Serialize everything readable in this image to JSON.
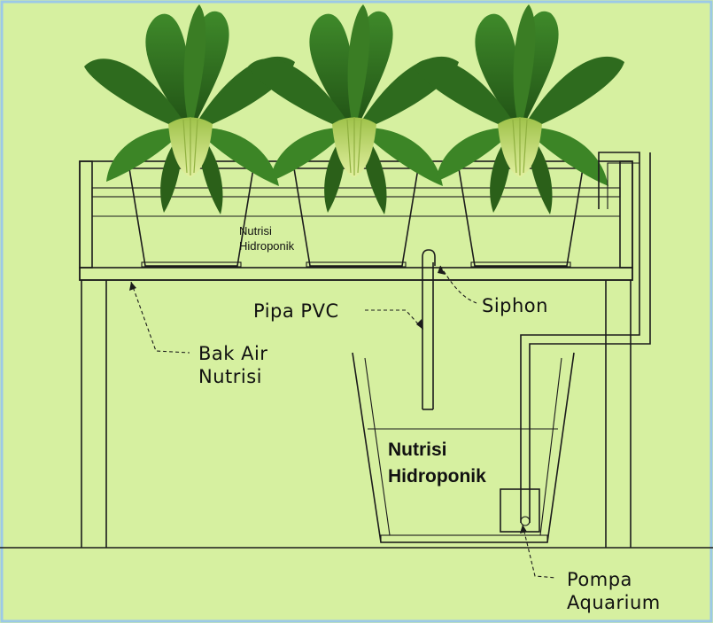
{
  "labels": {
    "nutrisi_top_line1": "Nutrisi",
    "nutrisi_top_line2": "Hidroponik",
    "siphon": "Siphon",
    "pipa_pvc": "Pipa PVC",
    "bak_air_line1": "Bak Air",
    "bak_air_line2": "Nutrisi",
    "nutrisi_bucket_line1": "Nutrisi",
    "nutrisi_bucket_line2": "Hidroponik",
    "pompa_line1": "Pompa",
    "pompa_line2": "Aquarium"
  },
  "colors": {
    "background": "#d6f0a0",
    "line": "#1b1b1b",
    "leaf_dark": "#2f6b1f",
    "leaf_mid": "#4c8f2e",
    "stem_light": "#c8e07a",
    "speckle_fill": "#e9f5c6"
  }
}
